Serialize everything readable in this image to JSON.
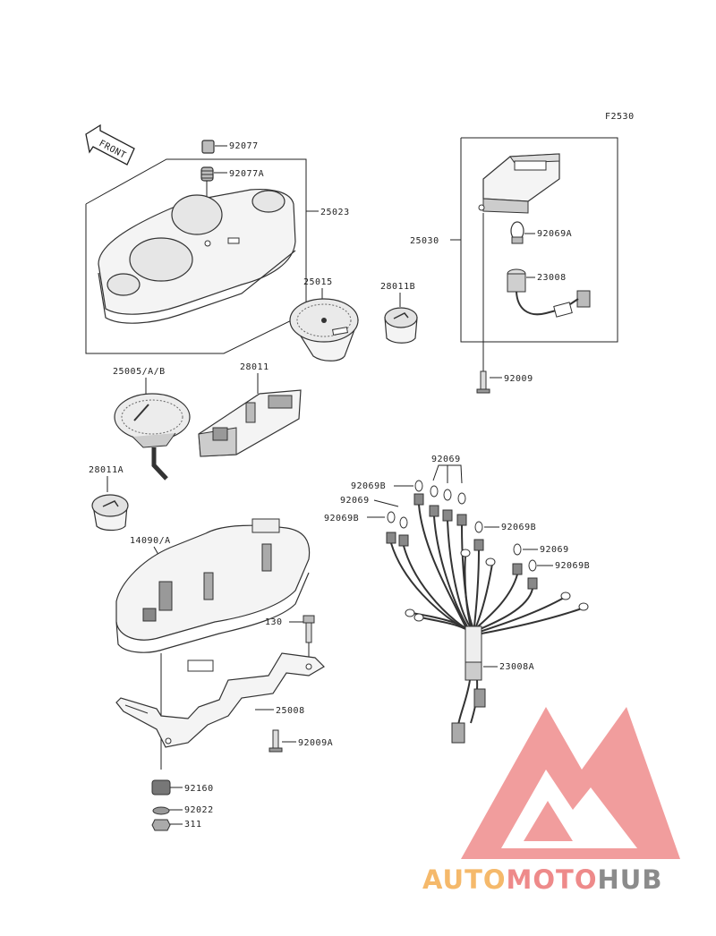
{
  "diagram": {
    "figure_code": "F2530",
    "front_arrow_text": "FRONT",
    "parts": {
      "p92077": "92077",
      "p92077A": "92077A",
      "p25023": "25023",
      "p25030": "25030",
      "p92069A": "92069A",
      "p23008": "23008",
      "p25015": "25015",
      "p28011B": "28011B",
      "p25005": "25005/A/B",
      "p28011": "28011",
      "p92009": "92009",
      "p28011A": "28011A",
      "p92069_top": "92069",
      "p92069B_1": "92069B",
      "p92069_2": "92069",
      "p92069B_3": "92069B",
      "p92069B_4": "92069B",
      "p92069_5": "92069",
      "p92069B_6": "92069B",
      "p14090": "14090/A",
      "p130": "130",
      "p23008A": "23008A",
      "p25008": "25008",
      "p92009A": "92009A",
      "p92160": "92160",
      "p92022": "92022",
      "p311": "311"
    }
  },
  "watermark": {
    "part1": "AUTO",
    "part2": "MOTO",
    "part3": "HUB",
    "colors": {
      "part1": "#f5b96b",
      "part2": "#ee8a8a",
      "part3": "#8b8b8b",
      "logo": "#ef8c8c"
    }
  }
}
